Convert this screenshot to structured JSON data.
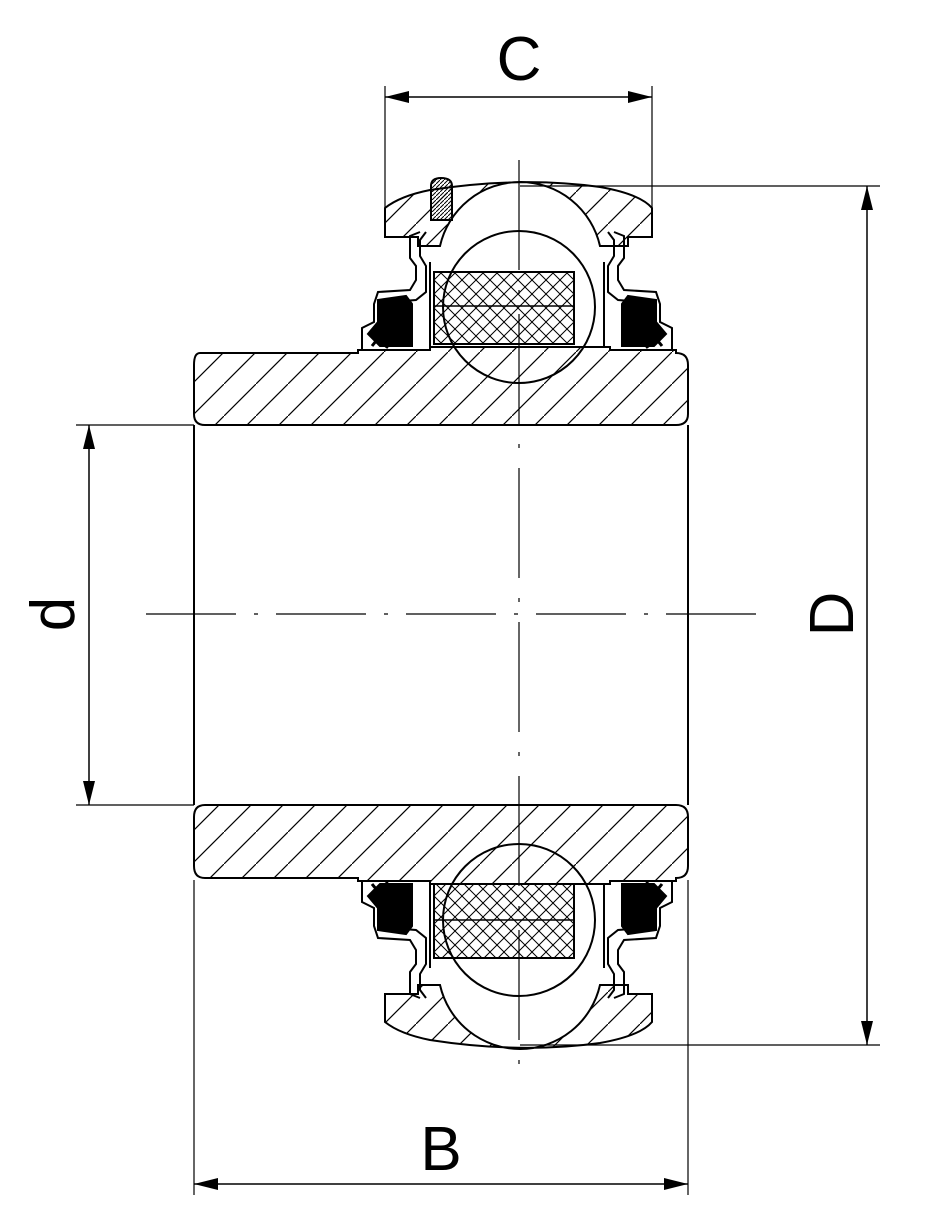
{
  "labels": {
    "C": "C",
    "B": "B",
    "d": "d",
    "D": "D"
  },
  "colors": {
    "line": "#000000",
    "background": "#ffffff"
  }
}
